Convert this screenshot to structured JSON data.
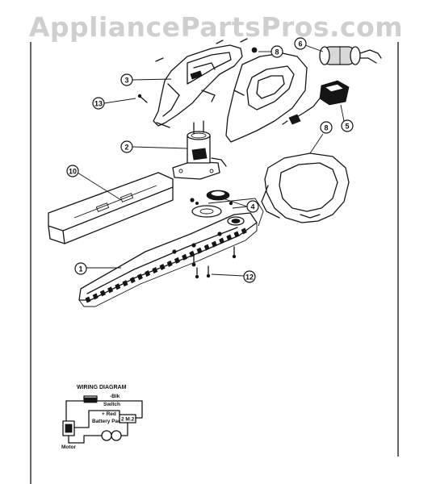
{
  "watermark": "AppliancePartsPros.com",
  "callouts": [
    {
      "id": "1",
      "label": "1"
    },
    {
      "id": "2",
      "label": "2"
    },
    {
      "id": "3",
      "label": "3"
    },
    {
      "id": "4",
      "label": "4"
    },
    {
      "id": "5",
      "label": "5"
    },
    {
      "id": "6",
      "label": "6"
    },
    {
      "id": "8a",
      "label": "8"
    },
    {
      "id": "8b",
      "label": "8"
    },
    {
      "id": "10",
      "label": "10"
    },
    {
      "id": "12",
      "label": "12"
    },
    {
      "id": "13",
      "label": "13"
    }
  ],
  "wiring_diagram": {
    "title": "WIRING DIAGRAM",
    "blk": "-Blk",
    "switch": "Switch",
    "red": "+ Red",
    "battery_pack": "Battery Pack",
    "motor": "Motor",
    "box_label": "2 M.2"
  },
  "colors": {
    "ink": "#151515",
    "watermark": "#cfcfcf",
    "paper": "#ffffff"
  }
}
